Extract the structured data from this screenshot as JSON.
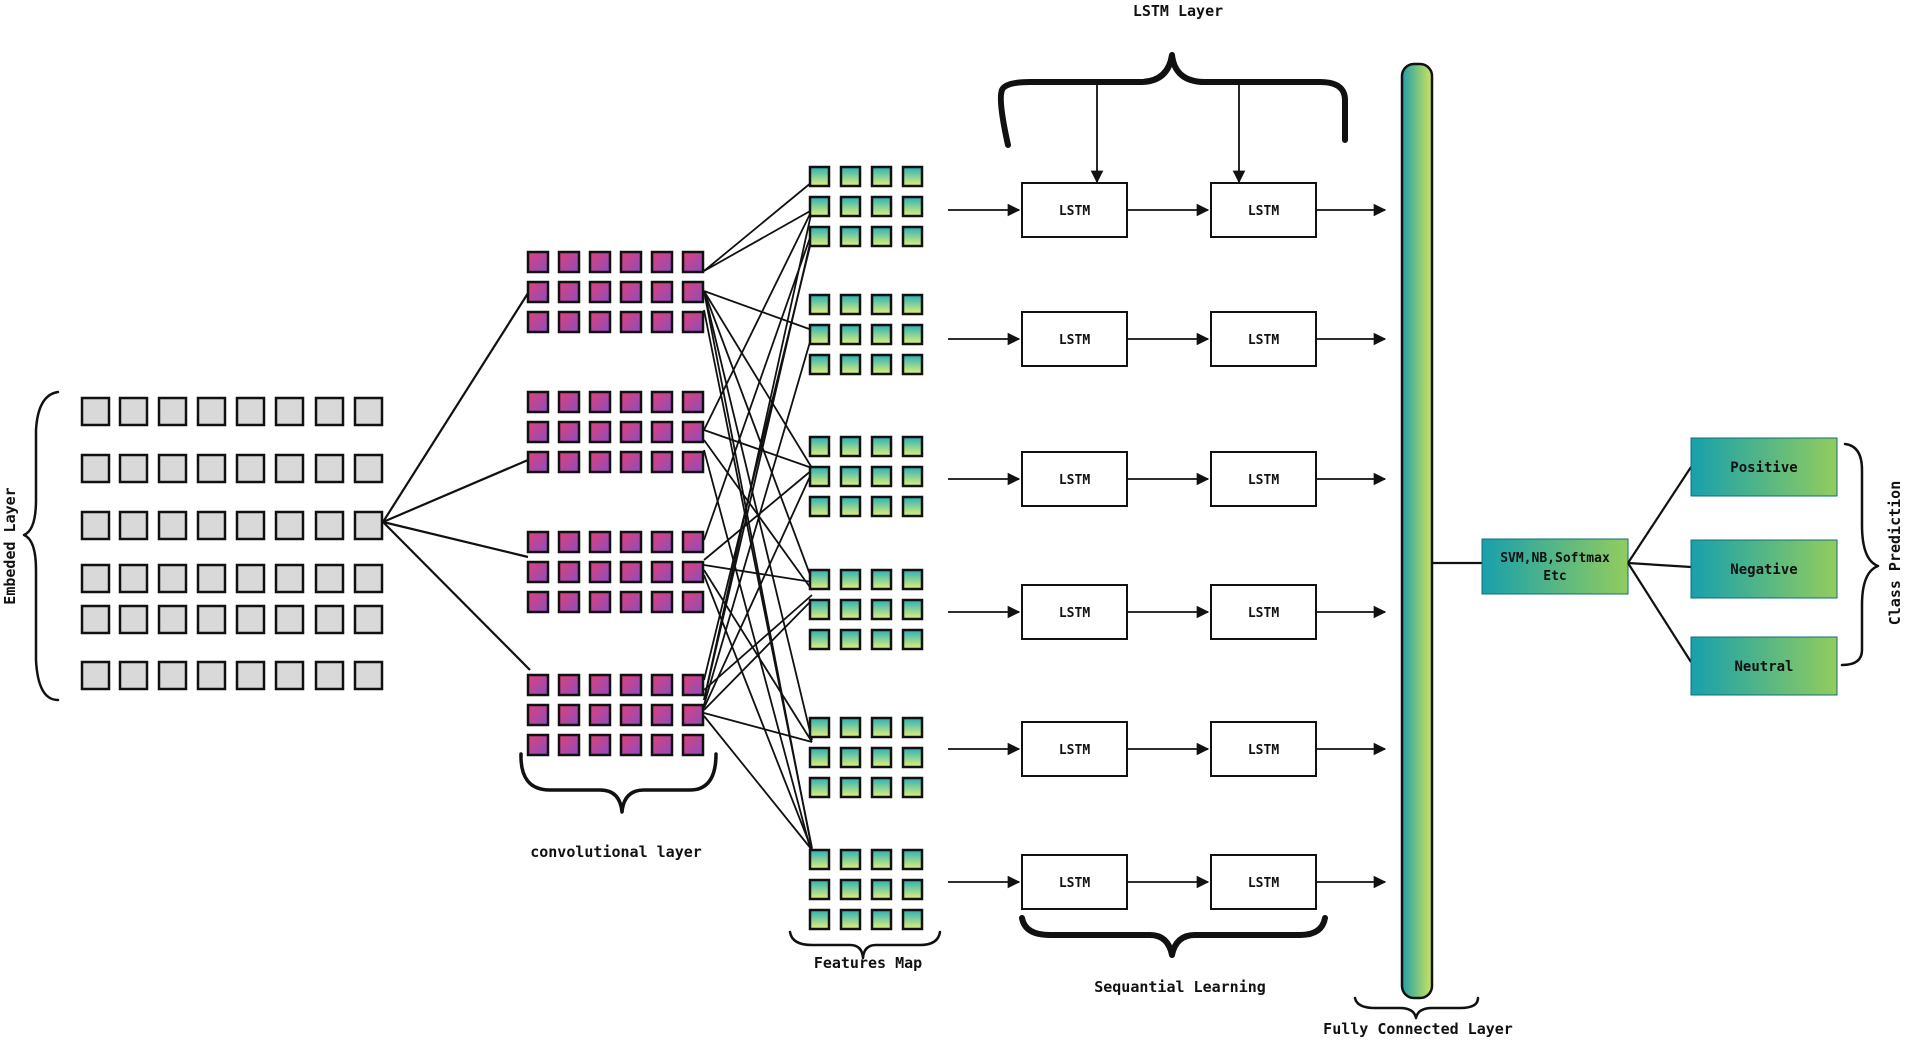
{
  "labels": {
    "embedded_layer": "Embeded Layer",
    "convolutional_layer": "convolutional layer",
    "features_map": "Features Map",
    "lstm_layer": "LSTM Layer",
    "sequential_learning": "Sequantial Learning",
    "fully_connected_layer": "Fully Connected Layer",
    "class_prediction": "Class Prediction"
  },
  "lstm_cell_label": "LSTM",
  "lstm_rows": 6,
  "lstm_cells_per_row": 2,
  "classifier": {
    "line1": "SVM,NB,Softmax",
    "line2": "Etc"
  },
  "classes": [
    "Positive",
    "Negative",
    "Neutral"
  ],
  "colors": {
    "embed_cell": "#d9d9d9",
    "conv_gradient": [
      "#d2407e",
      "#9a4bb8"
    ],
    "feature_gradient": [
      "#2fb3b0",
      "#d9ef7a"
    ],
    "fc_gradient": [
      "#1aa3a8",
      "#c8e25a"
    ],
    "class_gradient": [
      "#1a9aa8",
      "#8cc860"
    ]
  }
}
